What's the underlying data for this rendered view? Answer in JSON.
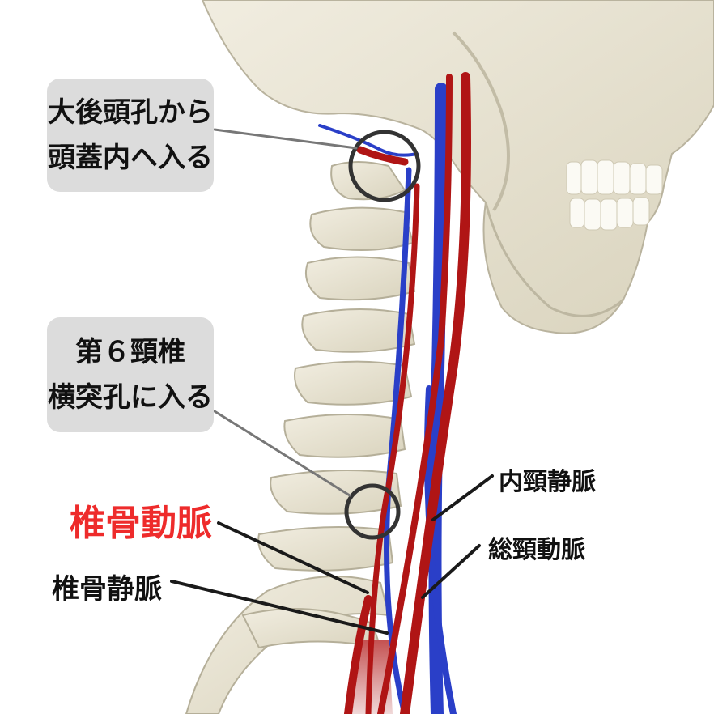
{
  "callouts": {
    "foramen_magnum": [
      "大後頭孔から",
      "頭蓋内へ入る"
    ],
    "c6_foramen": [
      "第６頸椎",
      "横突孔に入る"
    ]
  },
  "labels": {
    "vertebral_artery": "椎骨動脈",
    "vertebral_vein": "椎骨静脈",
    "internal_jugular_vein": "内頸静脈",
    "common_carotid_artery": "総頸動脈"
  },
  "colors": {
    "artery": "#b01515",
    "vein": "#2a3fc8",
    "highlight_label": "#ee2b2b",
    "bone": "#e9e4d2",
    "callout_bg": "#dcdcdc"
  },
  "icons": {
    "skull": "skull-illustration",
    "spine": "cervical-spine-illustration",
    "highlight_circles": "circle-marker"
  }
}
